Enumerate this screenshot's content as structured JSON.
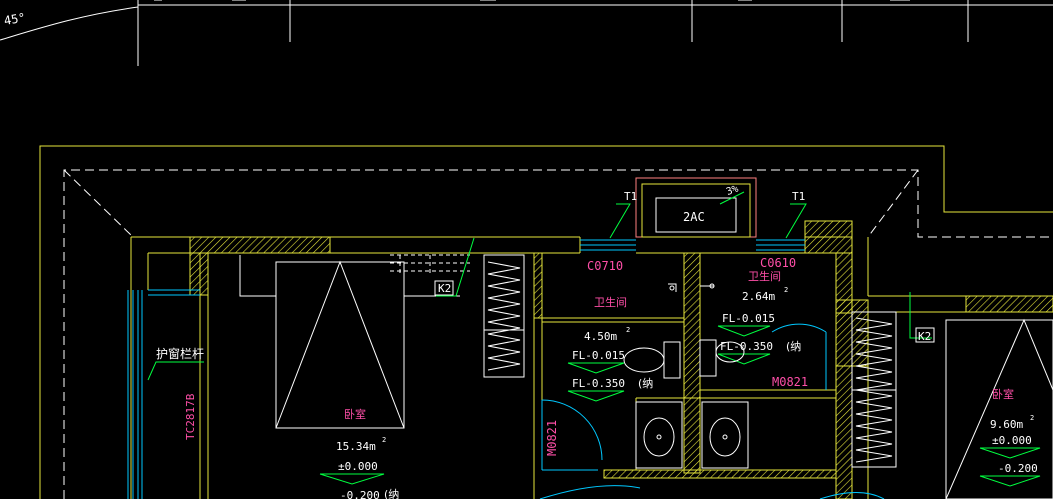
{
  "colors": {
    "background": "#000000",
    "wall_outline": "#e6e63c",
    "dashed_outline": "#ffffff",
    "room_text": "#ff4fa8",
    "level_text": "#ffffff",
    "tag_text": "#ffffff",
    "door_arc": "#00c8ff",
    "hatch": "#e6e63c",
    "leader": "#00ff40",
    "fixture": "#ffffff",
    "window_line": "#00c8ff"
  },
  "top_ruler": {
    "angle_label": "45°"
  },
  "tags": {
    "t1_left": "T1",
    "t1_right": "T1",
    "ac_unit": "2AC",
    "ac_slope": "3%",
    "window_left": "C0710",
    "window_right": "C0610",
    "k2_left": "K2",
    "k2_right": "K2",
    "door_left": "M0821",
    "door_right": "M0821",
    "window_side": "TC2817B",
    "railing_note": "护窗栏杆"
  },
  "rooms": {
    "bedroom_left": {
      "name": "卧室",
      "area": "15.34m",
      "area_sup": "2",
      "level1": "±0.000",
      "level2": "-0.200",
      "extra": "(纳"
    },
    "bath_left": {
      "name": "卫生间",
      "area": "4.50m",
      "area_sup": "2",
      "fl1": "FL-0.015",
      "fl2": "FL-0.350",
      "extra": "(纳"
    },
    "bath_right": {
      "name": "卫生间",
      "area": "2.64m",
      "area_sup": "2",
      "fl1": "FL-0.015",
      "fl2": "FL-0.350",
      "extra": "(纳"
    },
    "bedroom_right": {
      "name": "卧室",
      "area": "9.60m",
      "area_sup": "2",
      "level1": "±0.000",
      "level2": "-0.200"
    }
  }
}
